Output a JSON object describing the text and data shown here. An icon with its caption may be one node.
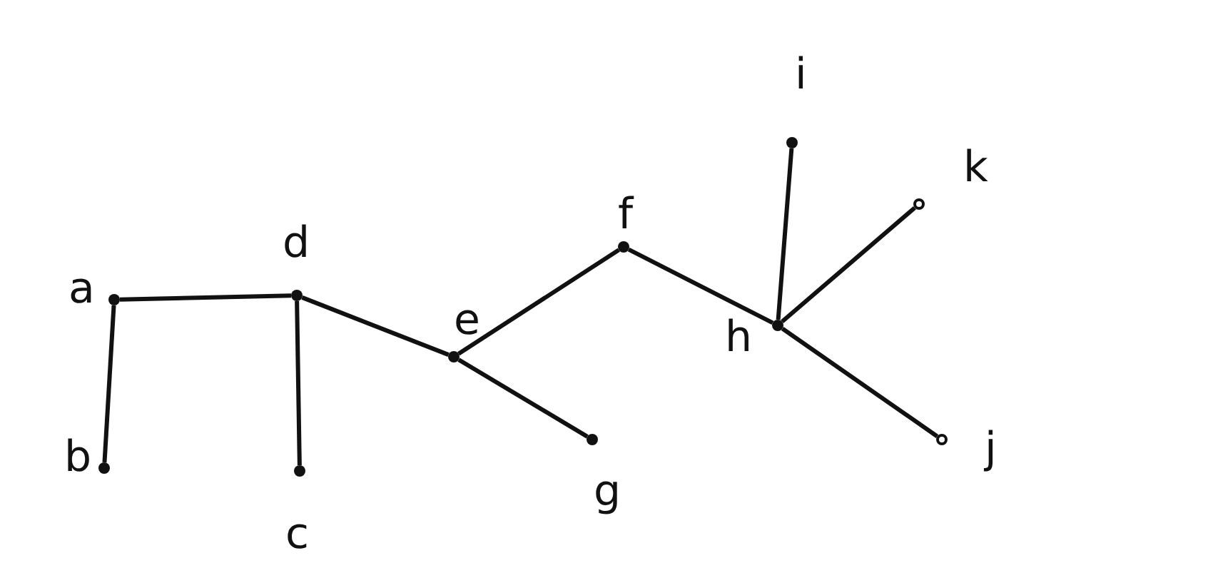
{
  "diagram": {
    "nodes": [
      {
        "text": [],
        "shape": "circle",
        "beside": [
          "i"
        ]
      },
      {
        "text": [],
        "shape": "circle",
        "beside": [
          "f"
        ]
      },
      {
        "text": [],
        "shape": "circle",
        "beside": [
          "k"
        ]
      },
      {
        "text": [],
        "shape": "circle",
        "beside": [
          "d"
        ]
      },
      {
        "text": [],
        "shape": "circle",
        "beside": [
          "a"
        ]
      },
      {
        "text": [],
        "shape": "circle",
        "beside": [
          "h"
        ]
      },
      {
        "text": [],
        "shape": "circle",
        "beside": [
          "e"
        ]
      },
      {
        "text": [],
        "shape": "circle",
        "beside": [
          "b"
        ]
      },
      {
        "text": [],
        "shape": "circle",
        "beside": [
          "c"
        ]
      },
      {
        "text": [],
        "shape": "circle",
        "beside": [
          "g"
        ]
      },
      {
        "text": [],
        "shape": "circle",
        "beside": [
          "j"
        ]
      }
    ],
    "edges": [
      {
        "from": 4,
        "to": 7,
        "arrow": "none"
      },
      {
        "from": 4,
        "to": 3,
        "arrow": "none"
      },
      {
        "from": 3,
        "to": 8,
        "arrow": "none"
      },
      {
        "from": 3,
        "to": 6,
        "arrow": "none"
      },
      {
        "from": 6,
        "to": 1,
        "arrow": "none"
      },
      {
        "from": 6,
        "to": 9,
        "arrow": "none"
      },
      {
        "from": 1,
        "to": 5,
        "arrow": "none"
      },
      {
        "from": 5,
        "to": 0,
        "arrow": "none"
      },
      {
        "from": 5,
        "to": 2,
        "arrow": "none"
      },
      {
        "from": 5,
        "to": 10,
        "arrow": "none"
      }
    ]
  }
}
